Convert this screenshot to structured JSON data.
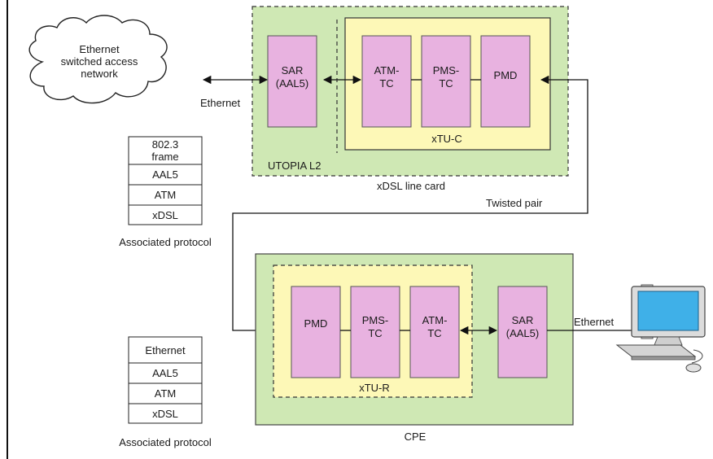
{
  "colors": {
    "outer_panel": "#cfe8b4",
    "inner_panel": "#fdf8b7",
    "block_fill": "#e8b2e0",
    "line": "#111111"
  },
  "cloud": {
    "line1": "Ethernet",
    "line2": "switched access",
    "line3": "network"
  },
  "line_card": {
    "label": "xDSL line card",
    "utopia_label": "UTOPIA L2",
    "xtu_label": "xTU-C",
    "sar": {
      "line1": "SAR",
      "line2": "(AAL5)"
    },
    "atm_tc": {
      "line1": "ATM-",
      "line2": "TC"
    },
    "pms_tc": {
      "line1": "PMS-",
      "line2": "TC"
    },
    "pmd": {
      "line1": "PMD"
    }
  },
  "cpe": {
    "label": "CPE",
    "xtu_label": "xTU-R",
    "pmd": {
      "line1": "PMD"
    },
    "pms_tc": {
      "line1": "PMS-",
      "line2": "TC"
    },
    "atm_tc": {
      "line1": "ATM-",
      "line2": "TC"
    },
    "sar": {
      "line1": "SAR",
      "line2": "(AAL5)"
    }
  },
  "links": {
    "ethernet_left": "Ethernet",
    "ethernet_right": "Ethernet",
    "twisted_pair": "Twisted pair"
  },
  "stack_top": {
    "rows": [
      "802.3 frame",
      "AAL5",
      "ATM",
      "xDSL"
    ],
    "row1_line1": "802.3",
    "row1_line2": "frame",
    "caption": "Associated protocol"
  },
  "stack_bottom": {
    "rows": [
      "Ethernet",
      "AAL5",
      "ATM",
      "xDSL"
    ],
    "caption": "Associated protocol"
  },
  "computer_icon": "desktop-computer-icon",
  "cloud_icon": "cloud-shape"
}
